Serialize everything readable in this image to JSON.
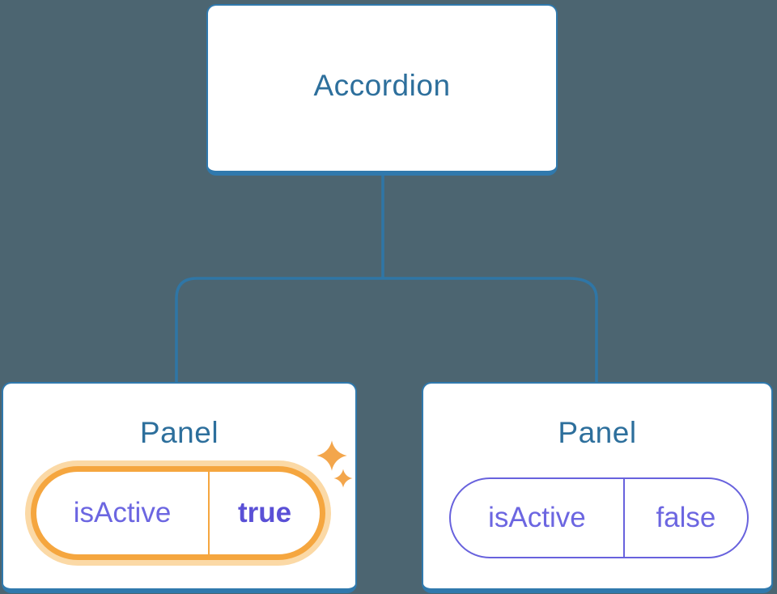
{
  "colors": {
    "background": "#4C6571",
    "line": "#2F76A6",
    "boxBorder": "#3079AD",
    "boxFill": "#FFFFFF",
    "titleText": "#2D6F9C",
    "propText": "#6C66E1",
    "propValueActive": "#5A50D6",
    "pillBorder": "#6862DD",
    "highlightBorder": "#F5A63F",
    "highlightGlow": "#FBD9A6",
    "sparkle": "#F3A64C"
  },
  "tree": {
    "root": {
      "label": "Accordion"
    },
    "children": [
      {
        "title": "Panel",
        "prop_name": "isActive",
        "prop_value": "true",
        "highlighted": true
      },
      {
        "title": "Panel",
        "prop_name": "isActive",
        "prop_value": "false",
        "highlighted": false
      }
    ]
  }
}
